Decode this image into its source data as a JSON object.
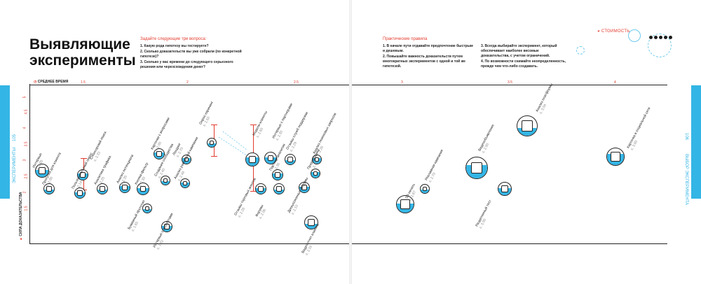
{
  "page_left": {
    "title_line1": "Выявляющие",
    "title_line2": "эксперименты",
    "questions_heading": "Задайте следующие три вопроса:",
    "questions": [
      "1. Какую рода гипотезу вы тестируете?",
      "2. Сколько доказательств вы уже собрали (по конкретной гипотезе)?",
      "3. Сколько у вас времени до следующего серьезного решения или черезсхождения денег?"
    ],
    "side_tab_text": "ЭКСПЕРИМЕНТЫ",
    "page_number": "105",
    "axis_time_label": "СРЕДНЕЕ ВРЕМЯ",
    "axis_evidence_label": "СИЛА ДОКАЗАТЕЛЬСТВА"
  },
  "page_right": {
    "rules_heading": "Практические правила",
    "rules_col1": [
      "1. В начале пути отдавайте предпочтение быстрым и дешевым.",
      "2. Повышайте важность доказательств путем многократных экспериментов с одной и той же гипотезой."
    ],
    "rules_col2": [
      "3. Всегда выбирайте эксперимент, который обеспечивает наиболее весомые доказательства, с учетом ограничений.",
      "4. По возможности снимайте неопределенность, прежде чем что-либо создавать."
    ],
    "cost_label": "СТОИМОСТЬ",
    "side_tab_text": "ВЫБОР ЭКСПЕРИМЕНТА",
    "page_number": "106"
  },
  "axis": {
    "x_ticks": [
      "1.5",
      "2",
      "2.5",
      "3",
      "3.5",
      "4"
    ],
    "y_ticks": [
      "5",
      "4.5",
      "4",
      "3.5",
      "3",
      "2.5",
      "2",
      "1.5"
    ]
  },
  "colors": {
    "accent": "#33b5e5",
    "red": "#e23b2e",
    "ink": "#1a1a1a"
  },
  "cost_dots": {
    "filled": 5,
    "total": 5
  },
  "experiments": [
    {
      "name": "Интервью",
      "code": "2.00"
    },
    {
      "name": "Прогулка для клиента",
      "code": "2.00"
    },
    {
      "name": "Спонсорский поиск",
      "code": "2.33"
    },
    {
      "name": "Пользовательский опрос",
      "code": "2.14"
    },
    {
      "name": "Аналитика трафика",
      "code": "2.25"
    },
    {
      "name": "Анализ потенциала",
      "code": "2.35"
    },
    {
      "name": "Кнопка-фильтр",
      "code": "2.30"
    },
    {
      "name": "Бумажный прототип",
      "code": "1.65"
    },
    {
      "name": "Карточки с вопросами",
      "code": "2.00"
    },
    {
      "name": "Интервью с экспертами",
      "code": "1.82"
    },
    {
      "name": "Создание сообщества",
      "code": "2.40"
    },
    {
      "name": "Лендинг",
      "code": "2.70"
    },
    {
      "name": "Анализ рекламной кампании",
      "code": "2.48"
    },
    {
      "name": "Опрос-скрининг",
      "code": "2.50"
    },
    {
      "name": "Модели-клиенты",
      "code": "2.60"
    },
    {
      "name": "Интервью с партнерами",
      "code": "2.30"
    },
    {
      "name": "Отзывы служб поддержки",
      "code": "2.29"
    },
    {
      "name": "Анализ поисковых запросов",
      "code": "2.26"
    },
    {
      "name": "Отзывы торговых агентов",
      "code": "2.28"
    },
    {
      "name": "Форумы",
      "code": "2.06"
    },
    {
      "name": "Партнер-аналитик",
      "code": "2.36"
    },
    {
      "name": "Дискуссионные форумы",
      "code": "2.10"
    },
    {
      "name": "Видеоотчет клиента",
      "code": "2.16"
    },
    {
      "name": "Предпродажа",
      "code": "2.15"
    },
    {
      "name": "3D-печать",
      "code": "2.87"
    },
    {
      "name": "Рекламная кампания",
      "code": "2.70"
    },
    {
      "name": "Видеообъявление",
      "code": "2.90"
    },
    {
      "name": "Разделенный тест",
      "code": "3.00"
    },
    {
      "name": "Анализ платформы",
      "code": "3.04"
    },
    {
      "name": "Карточка в социальной сети",
      "code": "3.90"
    }
  ]
}
